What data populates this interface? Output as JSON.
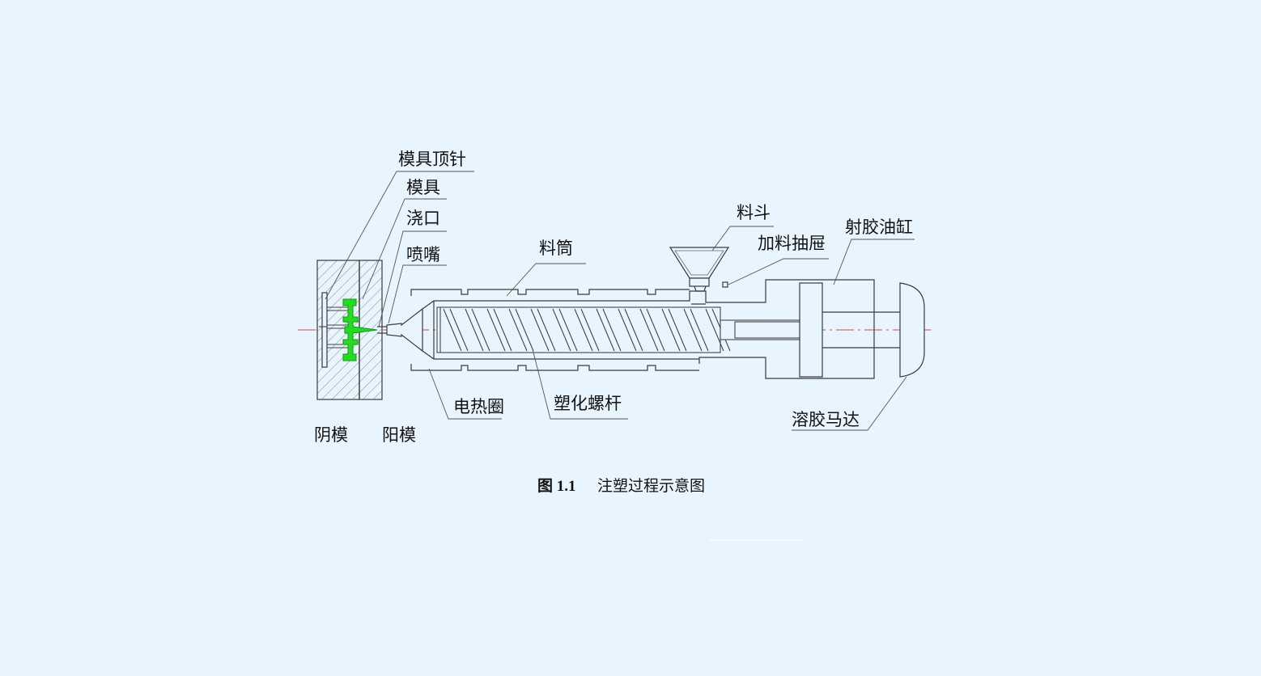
{
  "diagram": {
    "labels": {
      "ejector_pin": "模具顶针",
      "mold": "模具",
      "gate": "浇口",
      "nozzle": "喷嘴",
      "barrel": "料筒",
      "hopper": "料斗",
      "feed_drawer": "加料抽屉",
      "injection_cylinder": "射胶油缸",
      "heater_band": "电热圈",
      "screw": "塑化螺杆",
      "melt_motor": "溶胶马达",
      "female_mold": "阴模",
      "male_mold": "阳模"
    },
    "caption": {
      "number": "图 1.1",
      "title": "注塑过程示意图"
    },
    "colors": {
      "line": "#3a3a3a",
      "centerline": "#d04a4a",
      "part": "#22dd22",
      "hatch": "#777777",
      "background": "#e9f5fe"
    }
  }
}
